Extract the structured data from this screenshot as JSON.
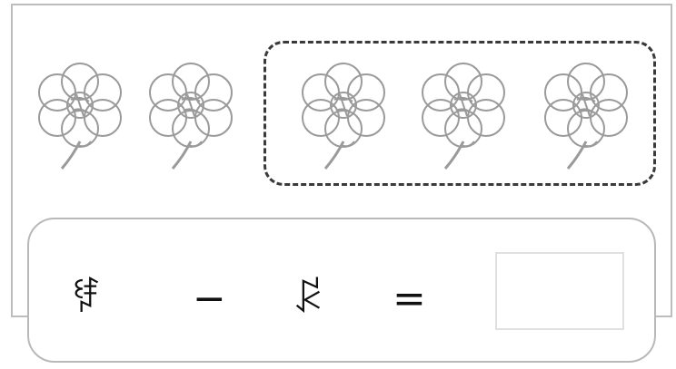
{
  "flowers": {
    "total": 5,
    "grouped": 3,
    "icon": "flower-icon"
  },
  "equation": {
    "first": "ꇂ",
    "operator": "−",
    "second": "ꂰ",
    "equals": "=",
    "answer": ""
  }
}
